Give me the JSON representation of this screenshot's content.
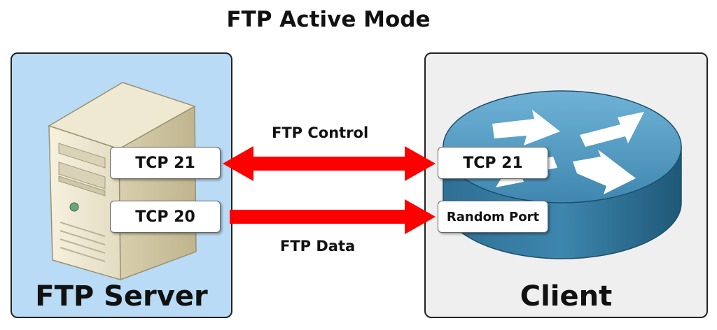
{
  "diagram": {
    "title": "FTP Active Mode",
    "server": {
      "label": "FTP Server",
      "ports": {
        "control": "TCP 21",
        "data": "TCP 20"
      }
    },
    "client": {
      "label": "Client",
      "ports": {
        "control": "TCP 21",
        "data": "Random Port"
      }
    },
    "connections": {
      "control": {
        "label": "FTP Control",
        "direction": "bidirectional"
      },
      "data": {
        "label": "FTP Data",
        "direction": "server-to-client"
      }
    },
    "colors": {
      "arrow": "#ff0000",
      "server_panel": "#b9dbf5",
      "client_panel": "#efefef"
    },
    "icons": {
      "server": "server-tower-icon",
      "client": "router-icon"
    }
  }
}
